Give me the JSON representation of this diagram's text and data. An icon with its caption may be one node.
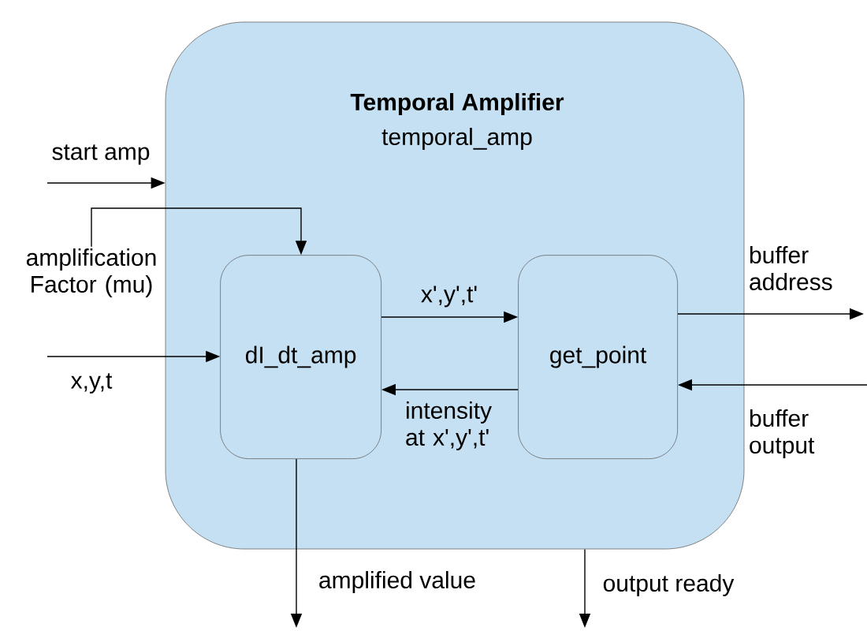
{
  "diagram": {
    "nodes": [
      {
        "text": [
          "Temporal Amplifier",
          "temporal_amp"
        ]
      },
      {
        "text": [
          "dI_dt_amp"
        ],
        "in": 0
      },
      {
        "text": [
          "get_point"
        ],
        "in": 0
      },
      {
        "text": [
          "amplification Factor (mu)"
        ]
      }
    ],
    "edges": [
      {
        "from": null,
        "to": 0,
        "arrow": "to",
        "label": "start amp"
      },
      {
        "from": 3,
        "to": 1,
        "arrow": "to"
      },
      {
        "from": null,
        "to": 1,
        "arrow": "to",
        "label": "x,y,t"
      },
      {
        "from": 1,
        "to": 2,
        "arrow": "to",
        "label": "x',y',t'"
      },
      {
        "from": 2,
        "to": 1,
        "arrow": "to",
        "label": "intensity at x',y',t'"
      },
      {
        "from": 2,
        "to": null,
        "arrow": "to",
        "label": "buffer address"
      },
      {
        "from": null,
        "to": 2,
        "arrow": "to",
        "label": "buffer output"
      },
      {
        "from": 1,
        "to": null,
        "arrow": "to",
        "label": "amplified value"
      },
      {
        "from": 0,
        "to": null,
        "arrow": "to",
        "label": "output ready"
      }
    ]
  }
}
